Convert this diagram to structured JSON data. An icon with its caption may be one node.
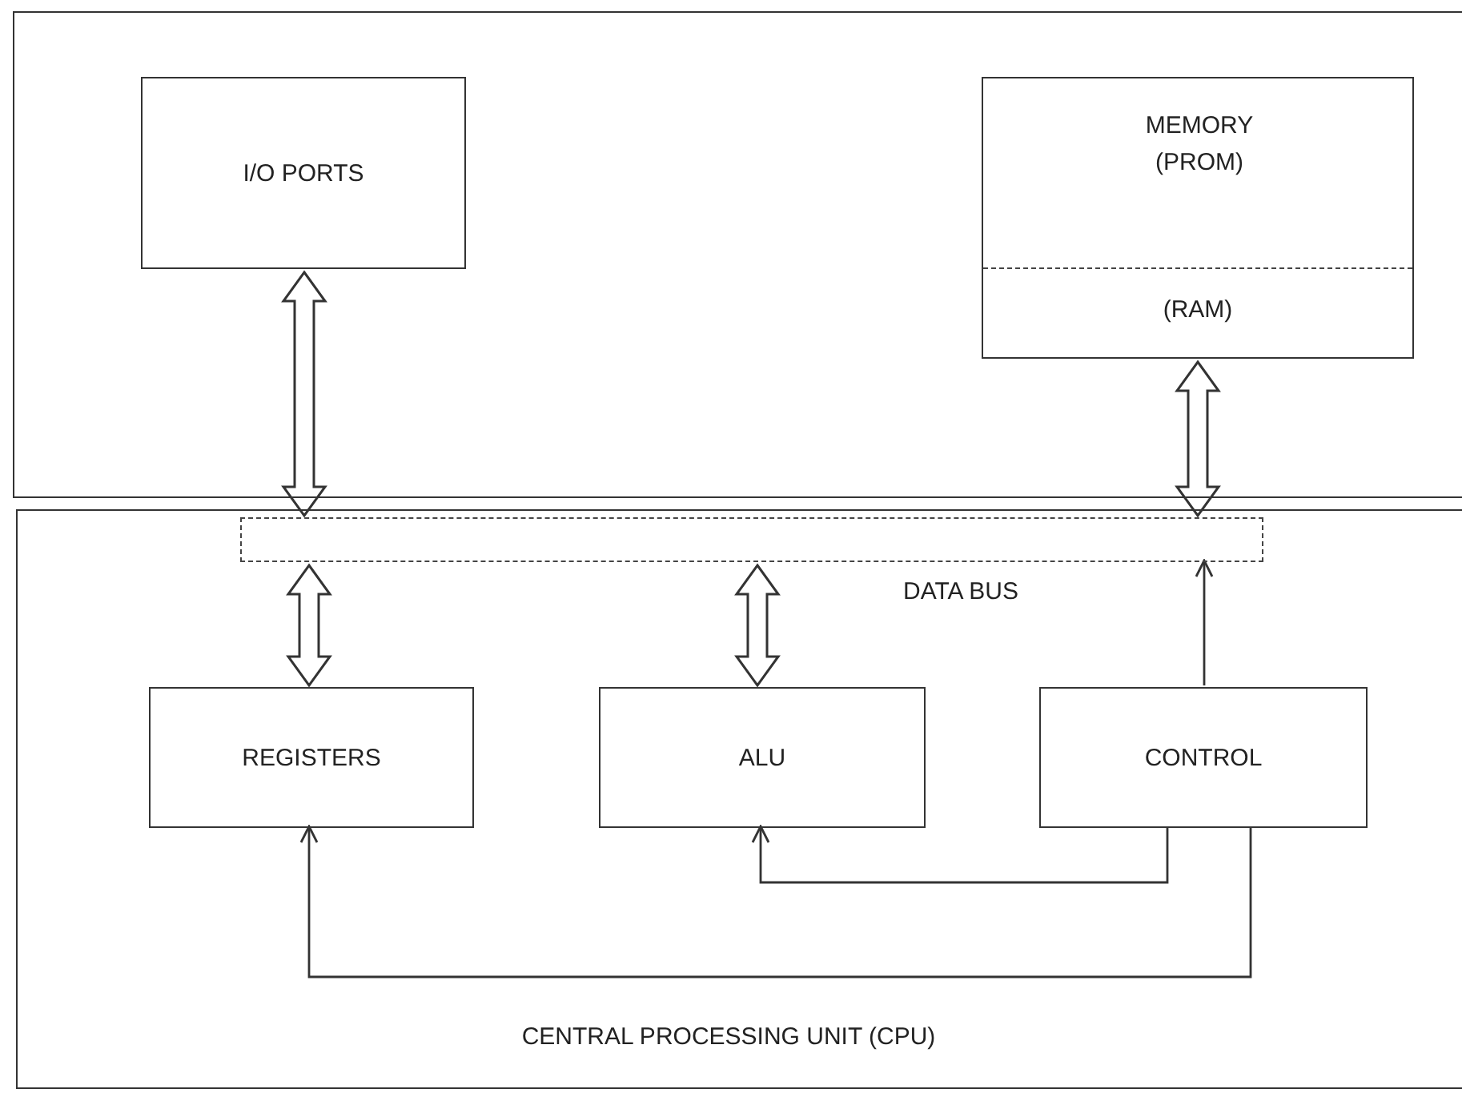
{
  "diagram": {
    "nodes": [
      {
        "text": [],
        "shape": "box"
      },
      {
        "text": [
          "I/O PORTS"
        ],
        "in": 0
      },
      {
        "text": [
          "MEMORY (PROM)",
          "(RAM)"
        ],
        "in": 0
      },
      {
        "text": [
          "CENTRAL PROCESSING UNIT (CPU)"
        ]
      },
      {
        "text": [
          "DATA BUS"
        ],
        "in": 3
      },
      {
        "text": [
          "REGISTERS"
        ],
        "in": 3
      },
      {
        "text": [
          "ALU"
        ],
        "in": 3
      },
      {
        "text": [
          "CONTROL"
        ],
        "in": 3
      }
    ],
    "edges": [
      {
        "from": 1,
        "to": 4,
        "arrow": "both",
        "style": "thick"
      },
      {
        "from": 2,
        "to": 4,
        "arrow": "both",
        "style": "thick"
      },
      {
        "from": 4,
        "to": 5,
        "arrow": "both",
        "style": "thick"
      },
      {
        "from": 4,
        "to": 6,
        "arrow": "both",
        "style": "thick"
      },
      {
        "from": 7,
        "to": 4,
        "arrow": "to"
      },
      {
        "from": 7,
        "to": 6,
        "arrow": "to"
      },
      {
        "from": 7,
        "to": 5,
        "arrow": "to"
      }
    ]
  }
}
